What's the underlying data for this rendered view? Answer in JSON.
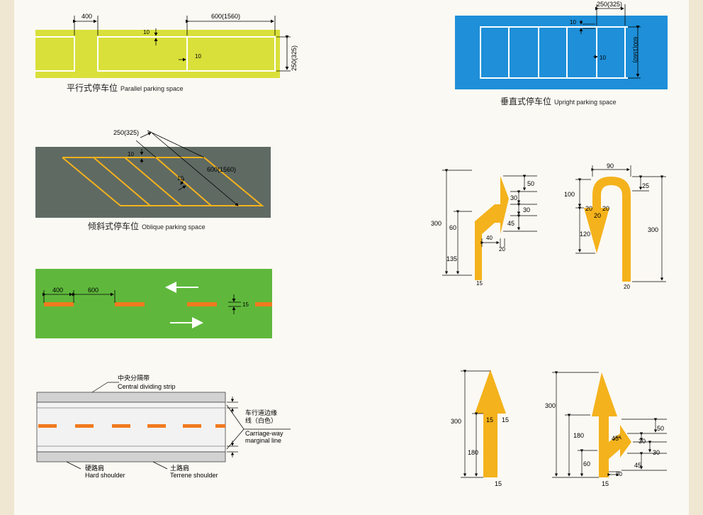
{
  "colors": {
    "yellow_panel": "#d9e03a",
    "blue_panel": "#1e8fd8",
    "gray_panel": "#5f6a63",
    "green_panel": "#5fb83c",
    "arrow_orange": "#f4b21c",
    "dash_orange": "#f07a1e",
    "line_white": "#ffffff",
    "road_gray": "#d2d2d2"
  },
  "parallel": {
    "caption_cn": "平行式停车位",
    "caption_en": "Parallel parking space",
    "dim_gap": "400",
    "dim_length": "600(1560)",
    "dim_line_a": "10",
    "dim_line_b": "10",
    "dim_height": "250(325)"
  },
  "upright": {
    "caption_cn": "垂直式停车位",
    "caption_en": "Upright parking space",
    "dim_width": "250(325)",
    "dim_line_a": "10",
    "dim_line_b": "10",
    "dim_height": "600(1560)"
  },
  "oblique": {
    "caption_cn": "倾斜式停车位",
    "caption_en": "Oblique parking space",
    "dim_width": "250(325)",
    "dim_line_a": "10",
    "dim_line_b": "10",
    "dim_length": "600(1560)"
  },
  "dashed_line": {
    "dim_dash": "400",
    "dim_gap": "600",
    "dim_width": "15"
  },
  "road_section": {
    "label_central_cn": "中央分隔带",
    "label_central_en": "Central dividing strip",
    "label_margin_cn_1": "车行道边缘",
    "label_margin_cn_2": "线（白色）",
    "label_margin_en_1": "Carriage-way",
    "label_margin_en_2": "marginal line",
    "label_hard_cn": "硬路肩",
    "label_hard_en": "Hard shoulder",
    "label_terrene_cn": "土路肩",
    "label_terrene_en": "Terrene shoulder"
  },
  "arrow_turn": {
    "dim_total": "300",
    "dim_a": "60",
    "dim_b": "135",
    "dim_head1": "50",
    "dim_head2": "30",
    "dim_head3": "30",
    "dim_head4": "45",
    "dim_stem_gap": "40",
    "dim_stem_w": "20",
    "dim_base": "15"
  },
  "arrow_uturn": {
    "dim_width": "90",
    "dim_top": "25",
    "dim_left": "100",
    "dim_head_l": "20",
    "dim_head_r": "20",
    "dim_head_mid": "20",
    "dim_lower": "120",
    "dim_right": "300",
    "dim_base": "20"
  },
  "arrow_straight": {
    "dim_total": "300",
    "dim_head_l": "15",
    "dim_head_r": "15",
    "dim_stem": "180",
    "dim_base": "15"
  },
  "arrow_straight_right": {
    "dim_total": "300",
    "dim_a": "180",
    "dim_b": "60",
    "dim_angle": "45°",
    "dim_r1": "50",
    "dim_r2": "30",
    "dim_r3": "30",
    "dim_r4": "45",
    "dim_gap": "20",
    "dim_base": "15"
  }
}
